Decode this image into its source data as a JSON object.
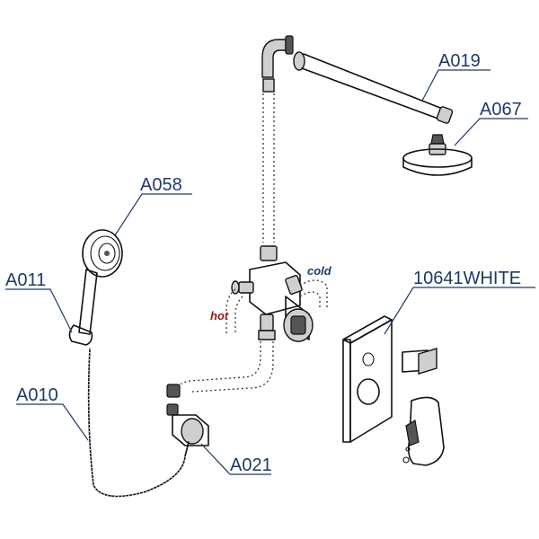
{
  "labels": {
    "a019": "A019",
    "a067": "A067",
    "a058": "A058",
    "a011": "A011",
    "a010": "A010",
    "a021": "A021",
    "panel": "10641WHITE"
  },
  "flow": {
    "hot": "hot",
    "cold": "cold",
    "hot_color": "#8b1a1a",
    "cold_color": "#1e3a66"
  },
  "label_color": "#1e3a66"
}
